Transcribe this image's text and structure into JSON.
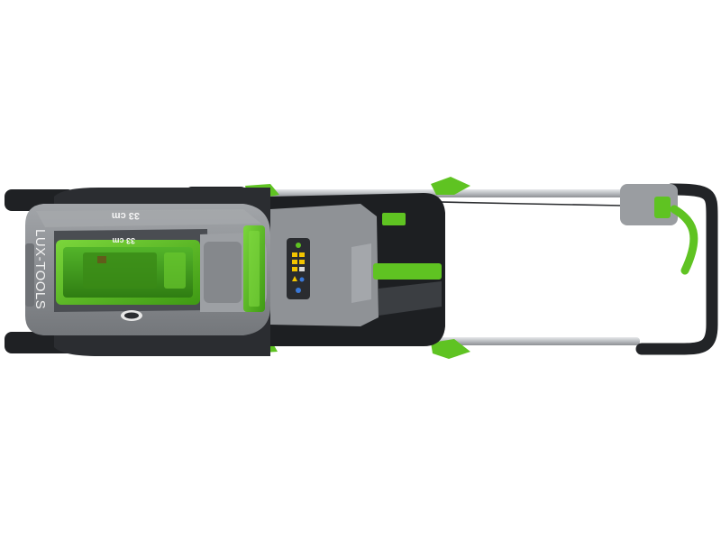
{
  "product": {
    "brand": "LUX-TOOLS",
    "deck_size_label": "33 cm",
    "battery_size_label": "33 cm"
  },
  "colors": {
    "accent_green": "#5fc322",
    "body_grey": "#8f9296",
    "dark_grey": "#3c3f43",
    "handle_metal": "#c9ccd0",
    "tire_black": "#1f2124",
    "grip_black": "#222427"
  }
}
